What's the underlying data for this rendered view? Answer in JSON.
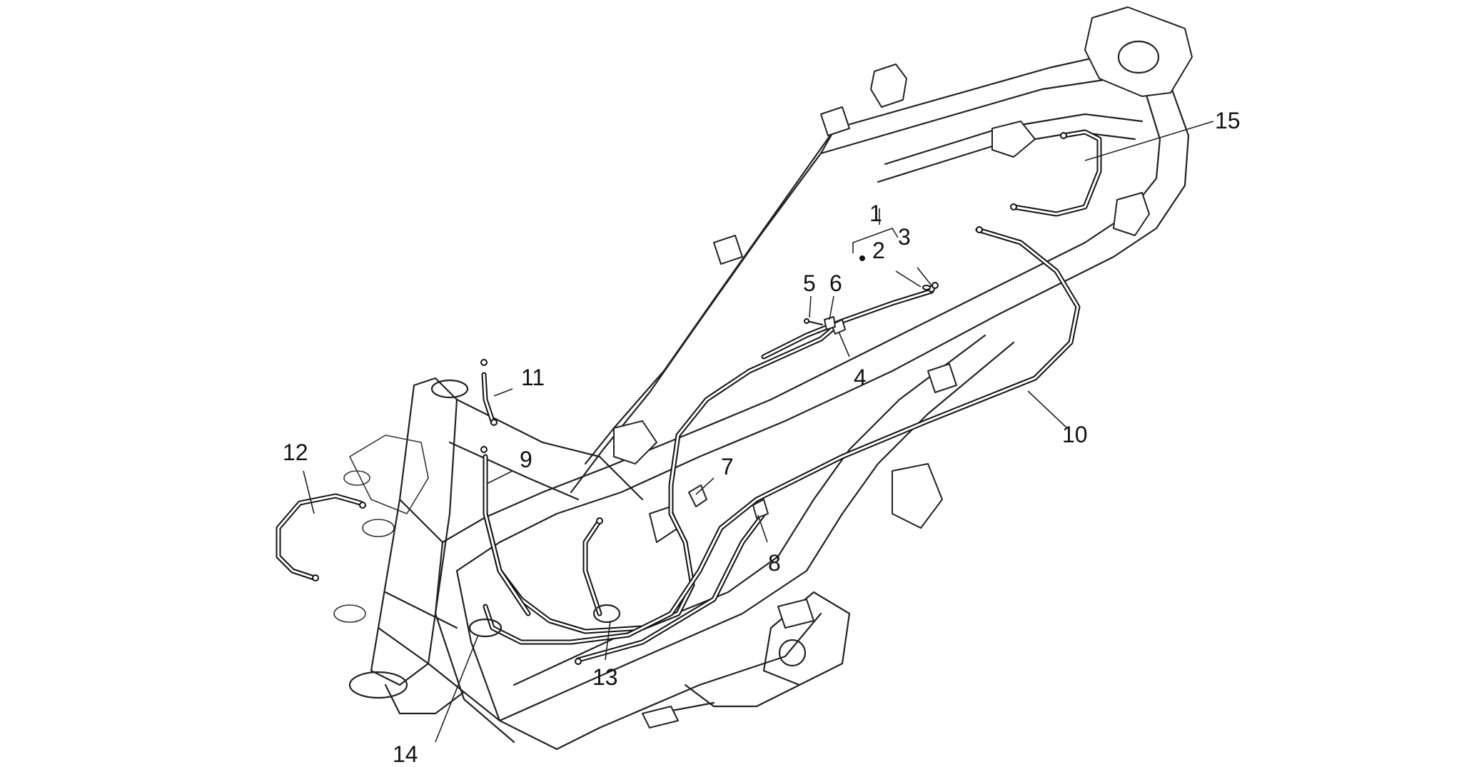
{
  "diagram": {
    "callouts": [
      {
        "id": "1",
        "text": "1"
      },
      {
        "id": "2",
        "text": "2"
      },
      {
        "id": "3",
        "text": "3"
      },
      {
        "id": "4",
        "text": "4"
      },
      {
        "id": "5",
        "text": "5"
      },
      {
        "id": "6",
        "text": "6"
      },
      {
        "id": "7",
        "text": "7"
      },
      {
        "id": "8",
        "text": "8"
      },
      {
        "id": "9",
        "text": "9"
      },
      {
        "id": "10",
        "text": "10"
      },
      {
        "id": "11",
        "text": "11"
      },
      {
        "id": "12",
        "text": "12"
      },
      {
        "id": "13",
        "text": "13"
      },
      {
        "id": "14",
        "text": "14"
      },
      {
        "id": "15",
        "text": "15"
      }
    ]
  }
}
